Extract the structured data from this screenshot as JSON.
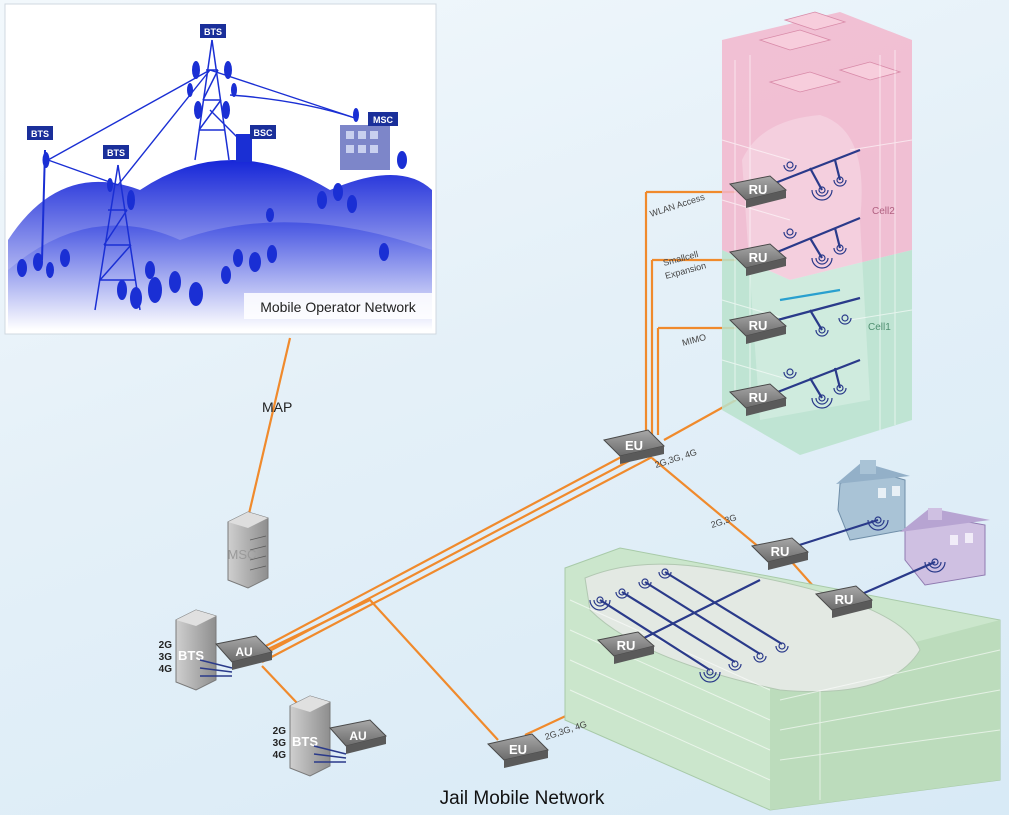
{
  "title": "Jail Mobile Network",
  "inset": {
    "caption": "Mobile Operator Network",
    "bts_labels": [
      "BTS",
      "BTS",
      "BTS"
    ],
    "bsc_label": "BSC",
    "msc_label": "MSC"
  },
  "link_map": "MAP",
  "msc_server": "MSC",
  "core": {
    "bts_label": "BTS",
    "au_label": "AU",
    "gens": [
      "2G",
      "3G",
      "4G"
    ]
  },
  "eu_label": "EU",
  "ru_label": "RU",
  "link_labels": {
    "wlan": "WLAN Access",
    "smallcell_1": "Smallcell",
    "smallcell_2": "Expansion",
    "mimo": "MIMO",
    "eu_tower": "2G,3G, 4G",
    "houses": "2G,3G",
    "eu_jail": "2G,3G, 4G"
  },
  "cells": {
    "cell2": "Cell2",
    "cell1": "Cell1"
  },
  "colors": {
    "fiber": "#f08a2c",
    "cable": "#2a3a8a",
    "inset_blue": "#1a2fd4",
    "cell2": "#f2b6cc",
    "cell1": "#b9e2cc",
    "jail": "#cbe6cc"
  }
}
